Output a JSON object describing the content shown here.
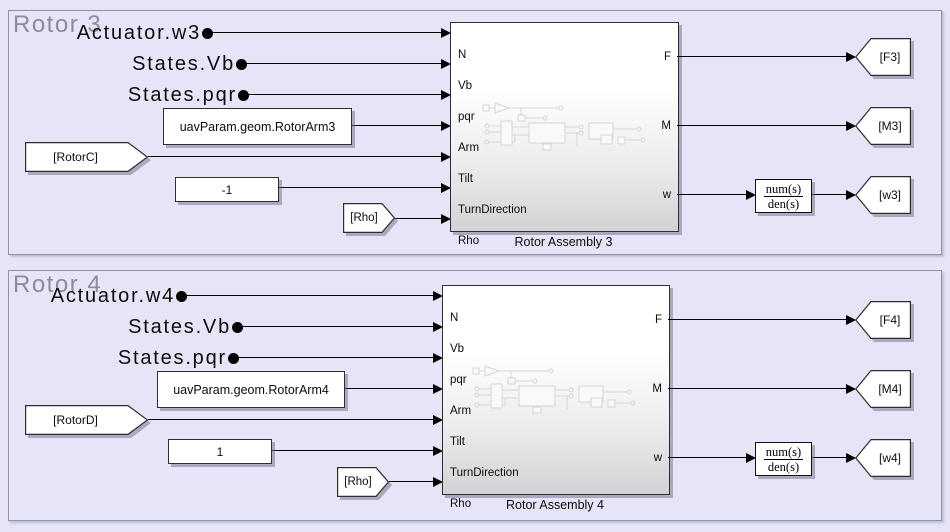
{
  "colors": {
    "canvas_bg": "#e5e5f7",
    "area_border": "#9191a8",
    "area_title_gray": "#8b8b9b",
    "wire": "#000000",
    "block_border": "#2e2e2e",
    "block_shadow": "rgba(110,110,135,0.5)"
  },
  "sections": [
    {
      "area_title": "Rotor 3",
      "inputs": {
        "actuator_label": "Actuator.w3",
        "vb_label": "States.Vb",
        "pqr_label": "States.pqr",
        "arm_constant": "uavParam.geom.RotorArm3",
        "rotor_from_tag": "[RotorC]",
        "turn_constant": "-1",
        "rho_from_tag": "[Rho]"
      },
      "assembly": {
        "ports_in": [
          "N",
          "Vb",
          "pqr",
          "Arm",
          "Tilt",
          "TurnDirection",
          "Rho"
        ],
        "ports_out": [
          "F",
          "M",
          "w"
        ],
        "caption": "Rotor Assembly 3"
      },
      "transfer_fcn": {
        "num": "num(s)",
        "den": "den(s)"
      },
      "outputs": {
        "f_tag": "[F3]",
        "m_tag": "[M3]",
        "w_tag": "[w3]"
      }
    },
    {
      "area_title": "Rotor 4",
      "inputs": {
        "actuator_label": "Actuator.w4",
        "vb_label": "States.Vb",
        "pqr_label": "States.pqr",
        "arm_constant": "uavParam.geom.RotorArm4",
        "rotor_from_tag": "[RotorD]",
        "turn_constant": "1",
        "rho_from_tag": "[Rho]"
      },
      "assembly": {
        "ports_in": [
          "N",
          "Vb",
          "pqr",
          "Arm",
          "Tilt",
          "TurnDirection",
          "Rho"
        ],
        "ports_out": [
          "F",
          "M",
          "w"
        ],
        "caption": "Rotor Assembly 4"
      },
      "transfer_fcn": {
        "num": "num(s)",
        "den": "den(s)"
      },
      "outputs": {
        "f_tag": "[F4]",
        "m_tag": "[M4]",
        "w_tag": "[w4]"
      }
    }
  ]
}
